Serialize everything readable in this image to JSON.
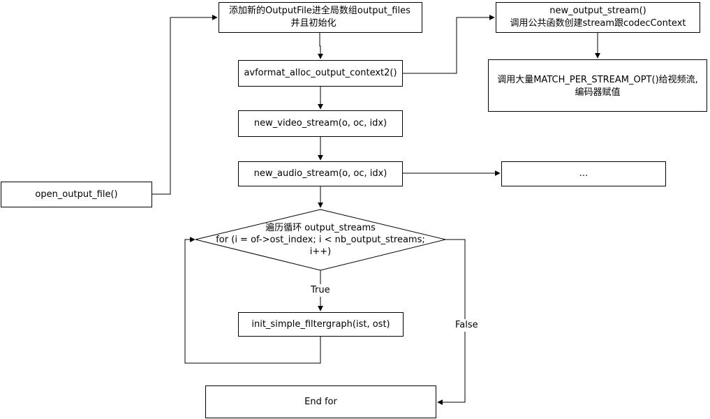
{
  "nodes": {
    "add_output_file": {
      "line1": "添加新的OutputFile进全局数组output_files",
      "line2": "并且初始化"
    },
    "avformat_alloc": {
      "text": "avformat_alloc_output_context2()"
    },
    "new_output_stream": {
      "line1": "new_output_stream()",
      "line2": "调用公共函数创建stream跟codecContext"
    },
    "match_per_stream": {
      "line1": "调用大量MATCH_PER_STREAM_OPT()给视频流,",
      "line2": "编码器赋值"
    },
    "new_video_stream": {
      "text": "new_video_stream(o, oc, idx)"
    },
    "new_audio_stream": {
      "text": "new_audio_stream(o, oc, idx)"
    },
    "ellipsis": {
      "text": "..."
    },
    "open_output_file": {
      "text": "open_output_file()"
    },
    "loop_decision": {
      "line1": "遍历循环 output_streams",
      "line2": "for (i = of->ost_index; i < nb_output_streams;",
      "line3": "i++)"
    },
    "init_filtergraph": {
      "text": "init_simple_filtergraph(ist, ost)"
    },
    "end_for": {
      "text": "End for"
    }
  },
  "edge_labels": {
    "true_label": "True",
    "false_label": "False"
  }
}
